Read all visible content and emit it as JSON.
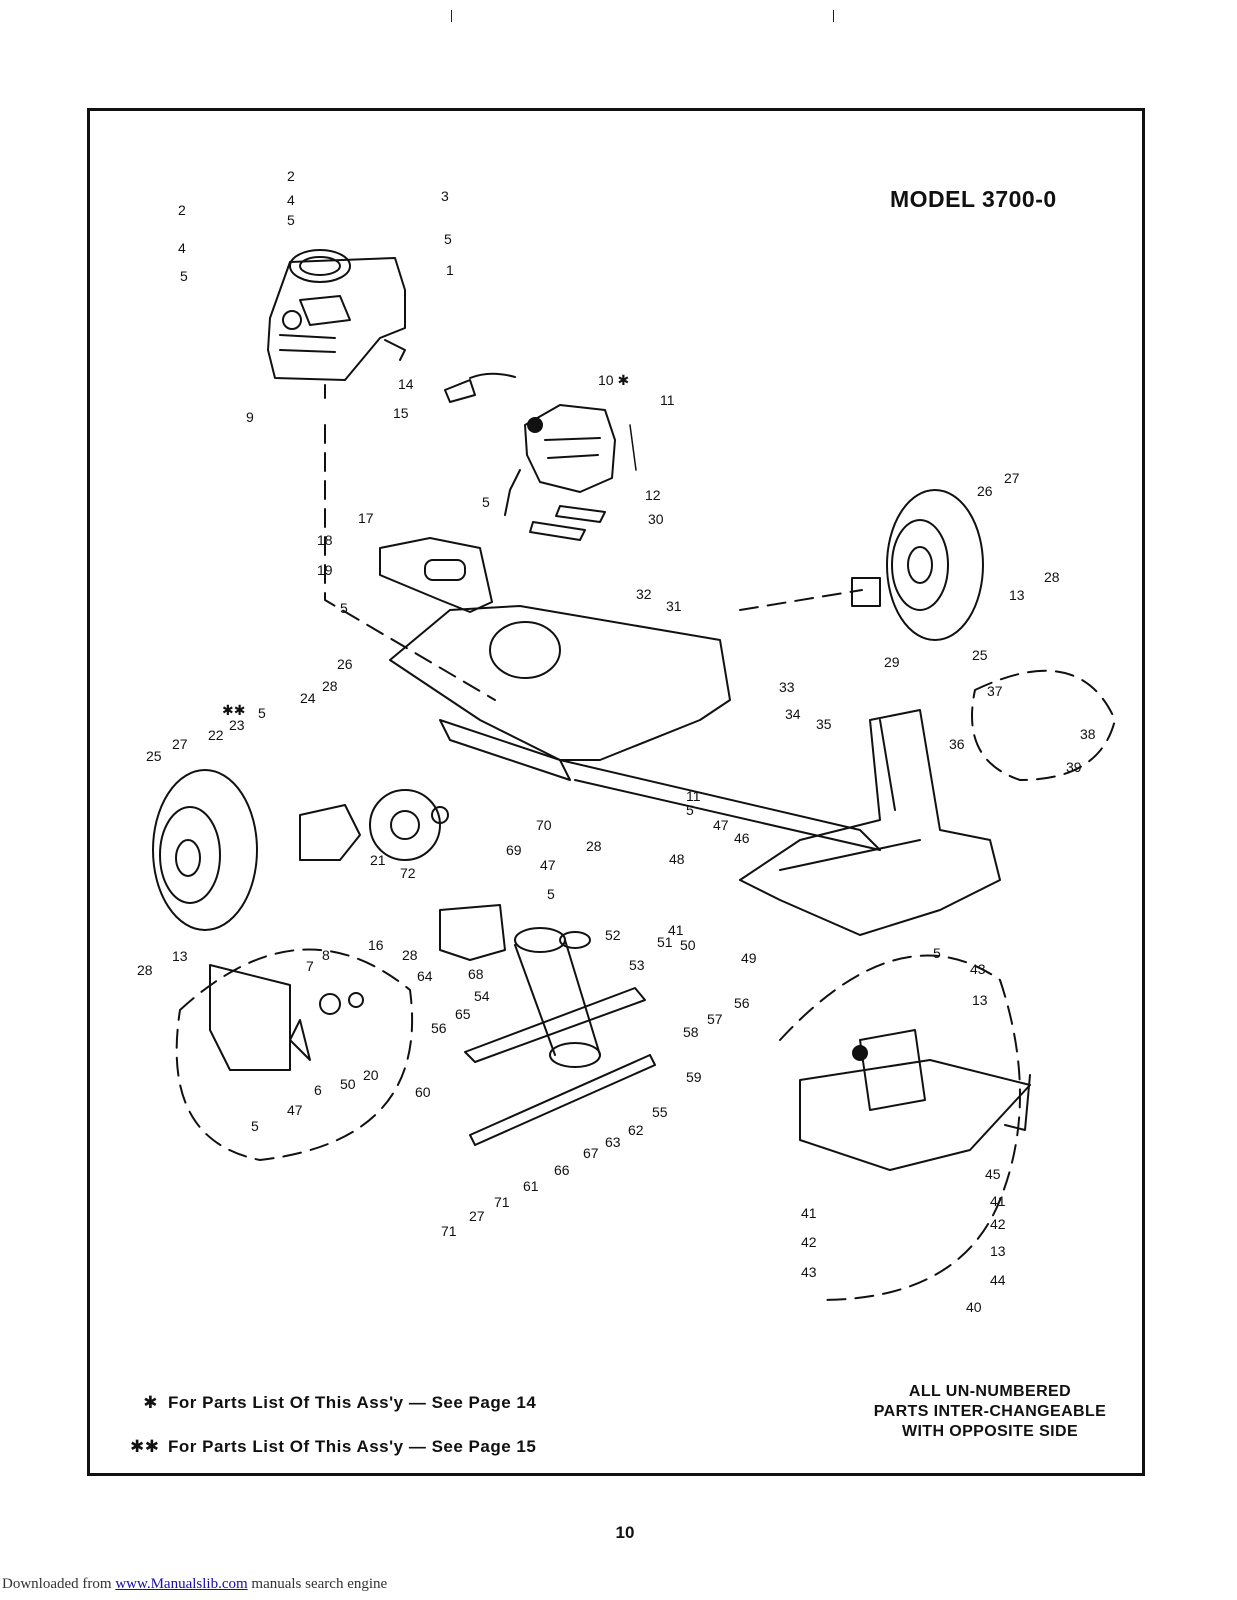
{
  "model_title": "MODEL 3700-0",
  "footnotes": [
    {
      "mark": "✱",
      "text": "For Parts List Of This Ass'y — See Page 14"
    },
    {
      "mark": "✱✱",
      "text": "For Parts List Of This Ass'y — See Page 15"
    }
  ],
  "note_lines": [
    "ALL UN-NUMBERED",
    "PARTS INTER-CHANGEABLE",
    "WITH OPPOSITE SIDE"
  ],
  "page_number": "10",
  "download": {
    "prefix": "Downloaded from ",
    "link": "www.Manualslib.com",
    "suffix": " manuals search engine"
  },
  "callouts": [
    "2",
    "4",
    "5",
    "3",
    "2",
    "4",
    "5",
    "5",
    "1",
    "9",
    "14",
    "15",
    "10 ✱",
    "11",
    "5",
    "12",
    "30",
    "17",
    "18",
    "19",
    "27",
    "26",
    "28",
    "13",
    "29",
    "25",
    "32",
    "31",
    "5",
    "33",
    "34",
    "35",
    "36",
    "37",
    "38",
    "39",
    "26",
    "28",
    "✱✱",
    "5",
    "23",
    "24",
    "22",
    "27",
    "25",
    "21",
    "72",
    "69",
    "70",
    "11",
    "5",
    "47",
    "28",
    "46",
    "48",
    "47",
    "5",
    "41",
    "51",
    "50",
    "52",
    "53",
    "49",
    "28",
    "64",
    "68",
    "54",
    "56",
    "57",
    "58",
    "65",
    "56",
    "59",
    "55",
    "60",
    "62",
    "63",
    "67",
    "66",
    "61",
    "71",
    "27",
    "71",
    "8",
    "16",
    "7",
    "50",
    "20",
    "6",
    "47",
    "5",
    "5",
    "43",
    "13",
    "45",
    "41",
    "41",
    "42",
    "42",
    "13",
    "43",
    "44",
    "40",
    "28",
    "13"
  ]
}
